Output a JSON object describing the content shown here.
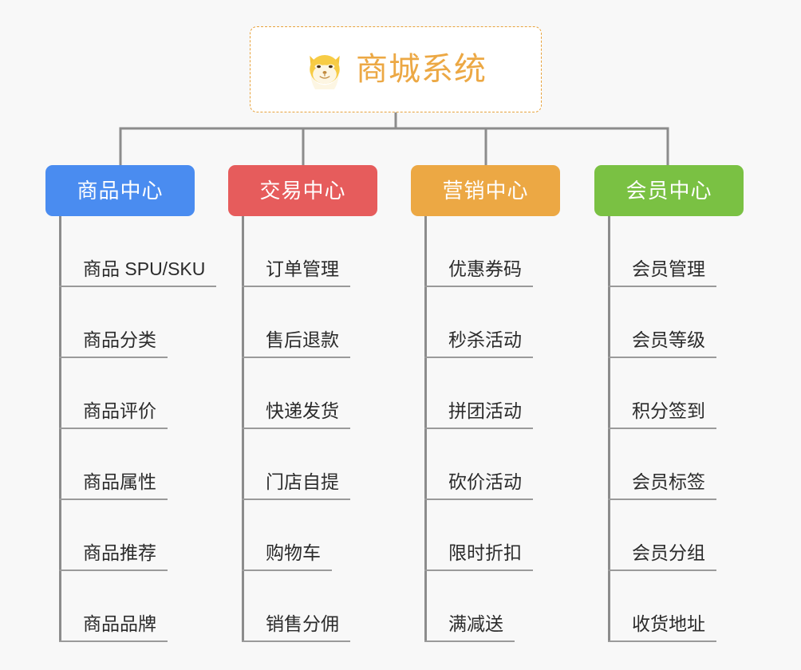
{
  "background_color": "#f8f8f8",
  "root": {
    "label": "商城系统",
    "icon": "fox-face-emoji",
    "text_color": "#eca844",
    "border_color": "#e8a33d",
    "background_color": "#ffffff"
  },
  "connector_color": "#8c8c8c",
  "branches": [
    {
      "label": "商品中心",
      "color": "#4a8cf0",
      "items": [
        {
          "label": "商品 SPU/SKU"
        },
        {
          "label": "商品分类"
        },
        {
          "label": "商品评价"
        },
        {
          "label": "商品属性"
        },
        {
          "label": "商品推荐"
        },
        {
          "label": "商品品牌"
        }
      ]
    },
    {
      "label": "交易中心",
      "color": "#e65c5c",
      "items": [
        {
          "label": "订单管理"
        },
        {
          "label": "售后退款"
        },
        {
          "label": "快递发货"
        },
        {
          "label": "门店自提"
        },
        {
          "label": "购物车"
        },
        {
          "label": "销售分佣"
        }
      ]
    },
    {
      "label": "营销中心",
      "color": "#eca844",
      "items": [
        {
          "label": "优惠券码"
        },
        {
          "label": "秒杀活动"
        },
        {
          "label": "拼团活动"
        },
        {
          "label": "砍价活动"
        },
        {
          "label": "限时折扣"
        },
        {
          "label": "满减送"
        }
      ]
    },
    {
      "label": "会员中心",
      "color": "#7ac143",
      "items": [
        {
          "label": "会员管理"
        },
        {
          "label": "会员等级"
        },
        {
          "label": "积分签到"
        },
        {
          "label": "会员标签"
        },
        {
          "label": "会员分组"
        },
        {
          "label": "收货地址"
        }
      ]
    }
  ]
}
